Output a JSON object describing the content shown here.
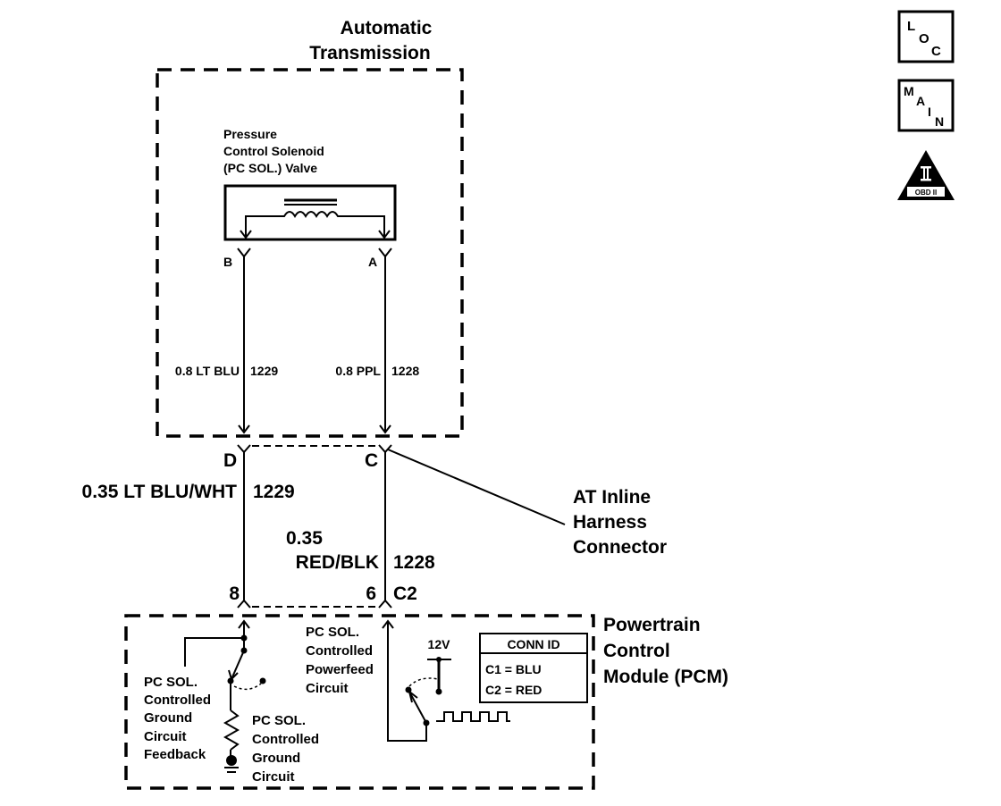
{
  "automatic_transmission": {
    "title_line1": "Automatic",
    "title_line2": "Transmission"
  },
  "solenoid": {
    "label_line1": "Pressure",
    "label_line2": "Control Solenoid",
    "label_line3": "(PC SOL.) Valve",
    "terminal_b": "B",
    "terminal_a": "A"
  },
  "internal_wires": {
    "left": {
      "gauge_color": "0.8 LT BLU",
      "circuit": "1229"
    },
    "right": {
      "gauge_color": "0.8 PPL",
      "circuit": "1228"
    }
  },
  "inline_connector": {
    "pin_d": "D",
    "pin_c": "C",
    "label_line1": "AT Inline",
    "label_line2": "Harness",
    "label_line3": "Connector"
  },
  "harness_wires": {
    "left": {
      "gauge_color": "0.35 LT BLU/WHT",
      "circuit": "1229"
    },
    "right": {
      "gauge_line1": "0.35",
      "color": "RED/BLK",
      "circuit": "1228"
    }
  },
  "pcm_connector": {
    "pin_8": "8",
    "pin_6": "6",
    "connector_id": "C2"
  },
  "pcm": {
    "title_line1": "Powertrain",
    "title_line2": "Control",
    "title_line3": "Module (PCM)",
    "feedback_label": [
      "PC SOL.",
      "Controlled",
      "Ground",
      "Circuit",
      "Feedback"
    ],
    "ground_circuit_label": [
      "PC SOL.",
      "Controlled",
      "Ground",
      "Circuit"
    ],
    "powerfeed_label": [
      "PC SOL.",
      "Controlled",
      "Powerfeed",
      "Circuit"
    ],
    "voltage": "12V",
    "conn_id": {
      "header": "CONN ID",
      "rows": [
        "C1 = BLU",
        "C2 = RED"
      ]
    }
  },
  "side_icons": {
    "loc": {
      "l": "L",
      "o": "O",
      "c": "C"
    },
    "main": {
      "m": "M",
      "a": "A",
      "i": "I",
      "n": "N"
    },
    "obd": {
      "numeral": "II",
      "label": "OBD II"
    }
  }
}
